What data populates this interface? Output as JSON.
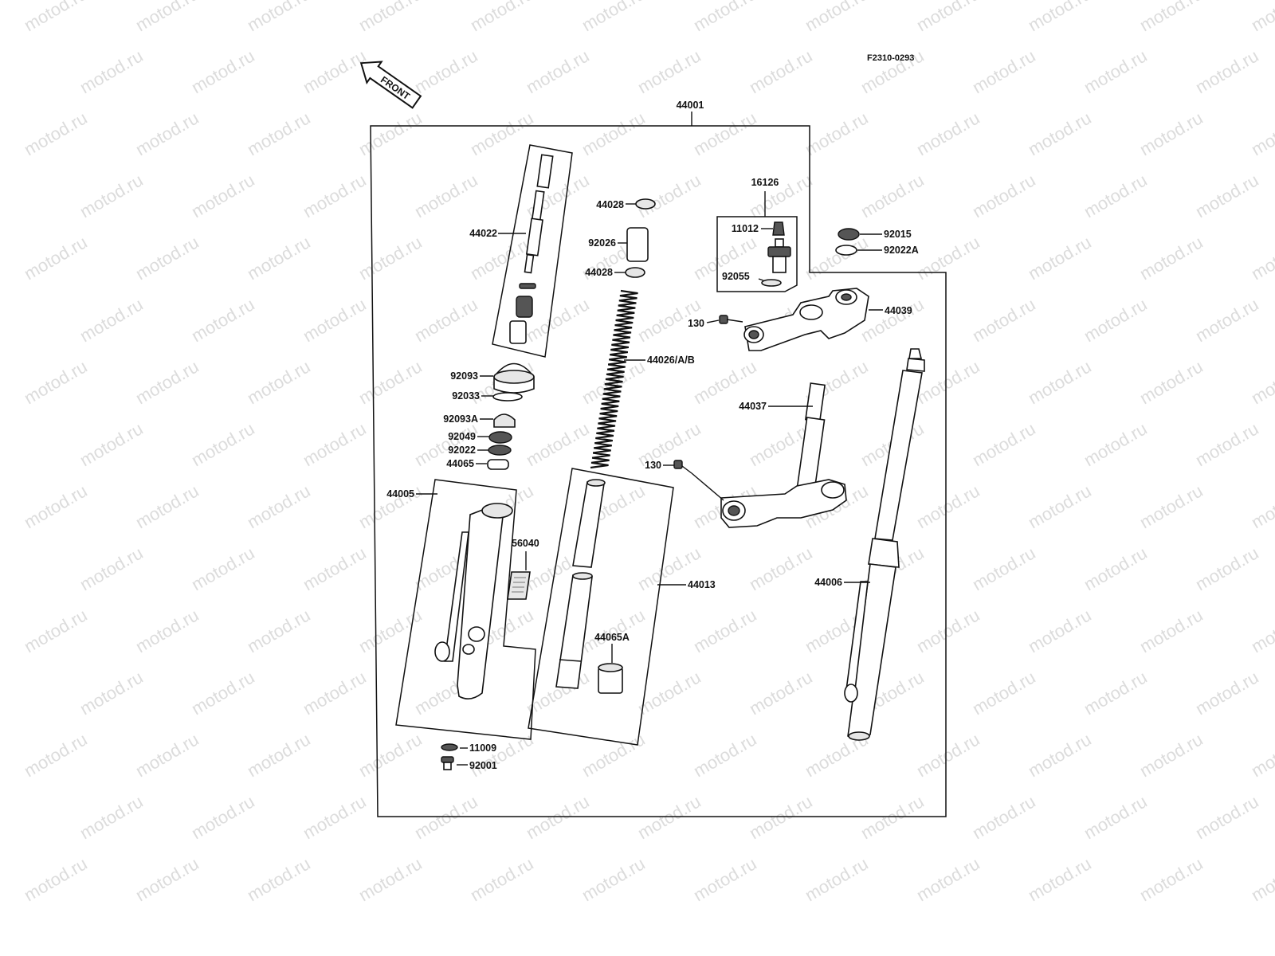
{
  "diagram": {
    "code": "F2310-0293",
    "watermark": "motod.ru",
    "front_label": "FRONT",
    "parts": {
      "p44001": "44001",
      "p44022": "44022",
      "p44028_top": "44028",
      "p92026": "92026",
      "p44028_bot": "44028",
      "p16126": "16126",
      "p11012": "11012",
      "p92055": "92055",
      "p92015": "92015",
      "p92022A": "92022A",
      "p44039": "44039",
      "p130_top": "130",
      "p44026": "44026/A/B",
      "p92093": "92093",
      "p92033": "92033",
      "p92093A": "92093A",
      "p92049": "92049",
      "p92022": "92022",
      "p44065": "44065",
      "p44037": "44037",
      "p130_bot": "130",
      "p44005": "44005",
      "p56040": "56040",
      "p44013": "44013",
      "p44006": "44006",
      "p44065A": "44065A",
      "p11009": "11009",
      "p92001": "92001"
    }
  }
}
